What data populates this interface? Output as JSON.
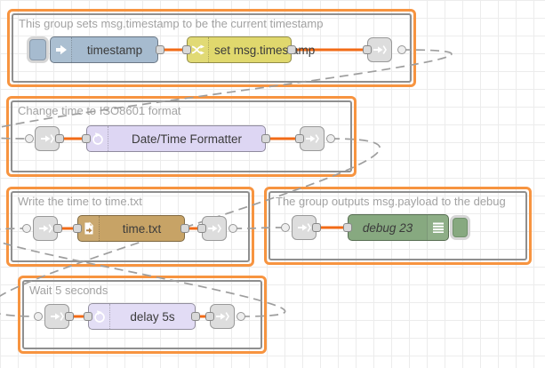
{
  "app": "node-red-flow-editor",
  "colors": {
    "group_border": "#f79440",
    "group_inner_border": "#8f8f8f",
    "group_label": "#a2a2a2",
    "wire": "#f26b17",
    "link_wire": "#9e9e9e",
    "inject_node": "#a6bbcf",
    "change_node": "#e0d86d",
    "formatter_node": "#ddd6f3",
    "file_node": "#c7a366",
    "debug_node": "#87a980",
    "delay_node": "#e2dcf5",
    "link_node": "#dddddd"
  },
  "groups": [
    {
      "label": "This group sets msg.timestamp to be the current timestamp"
    },
    {
      "label": "Change time to ISO8601 format"
    },
    {
      "label": "Write the time to time.txt"
    },
    {
      "label": "The group outputs msg.payload to the debug"
    },
    {
      "label": "Wait 5 seconds"
    }
  ],
  "nodes": {
    "inject": {
      "label": "timestamp"
    },
    "change": {
      "label": "set msg.timestamp"
    },
    "formatter": {
      "label": "Date/Time Formatter"
    },
    "file": {
      "label": "time.txt"
    },
    "debug": {
      "label": "debug 23"
    },
    "delay": {
      "label": "delay 5s"
    }
  }
}
